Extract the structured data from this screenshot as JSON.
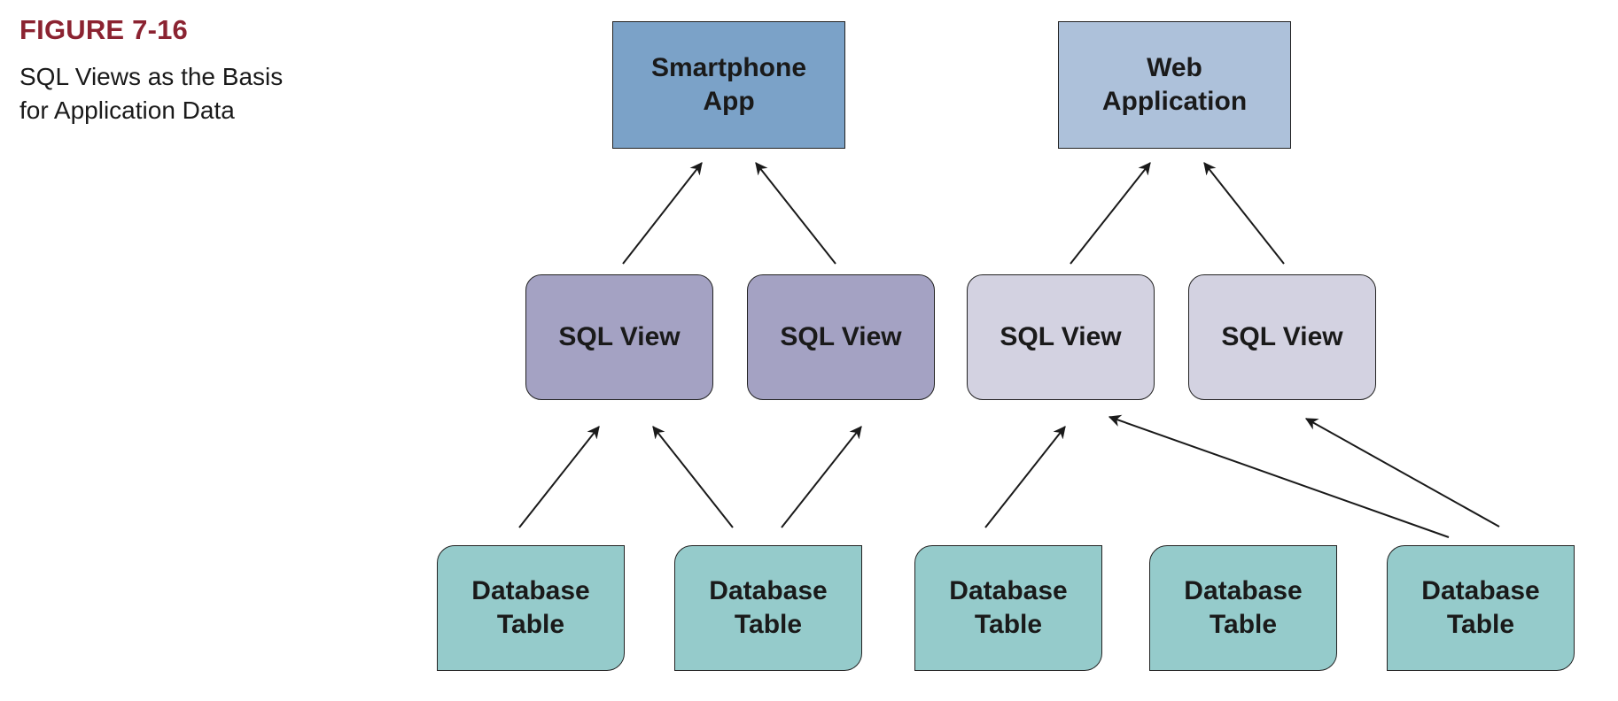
{
  "figure": {
    "number": "FIGURE 7-16",
    "caption": "SQL Views as the Basis\nfor Application Data"
  },
  "applications": [
    {
      "label": "Smartphone\nApp",
      "color": "#7ba2c8"
    },
    {
      "label": "Web\nApplication",
      "color": "#adc1da"
    }
  ],
  "views": [
    {
      "label": "SQL View",
      "color": "#a4a2c3"
    },
    {
      "label": "SQL View",
      "color": "#a4a2c3"
    },
    {
      "label": "SQL View",
      "color": "#d3d2e1"
    },
    {
      "label": "SQL View",
      "color": "#d3d2e1"
    }
  ],
  "tables": [
    {
      "label": "Database\nTable",
      "color": "#95cbcb"
    },
    {
      "label": "Database\nTable",
      "color": "#95cbcb"
    },
    {
      "label": "Database\nTable",
      "color": "#95cbcb"
    },
    {
      "label": "Database\nTable",
      "color": "#95cbcb"
    },
    {
      "label": "Database\nTable",
      "color": "#95cbcb"
    }
  ],
  "connections": [
    {
      "from": "view-1",
      "to": "smartphone-app"
    },
    {
      "from": "view-2",
      "to": "smartphone-app"
    },
    {
      "from": "view-3",
      "to": "web-application"
    },
    {
      "from": "view-4",
      "to": "web-application"
    },
    {
      "from": "table-1",
      "to": "view-1"
    },
    {
      "from": "table-2",
      "to": "view-1"
    },
    {
      "from": "table-2",
      "to": "view-2"
    },
    {
      "from": "table-3",
      "to": "view-3"
    },
    {
      "from": "table-5",
      "to": "view-3"
    },
    {
      "from": "table-5",
      "to": "view-4"
    }
  ]
}
